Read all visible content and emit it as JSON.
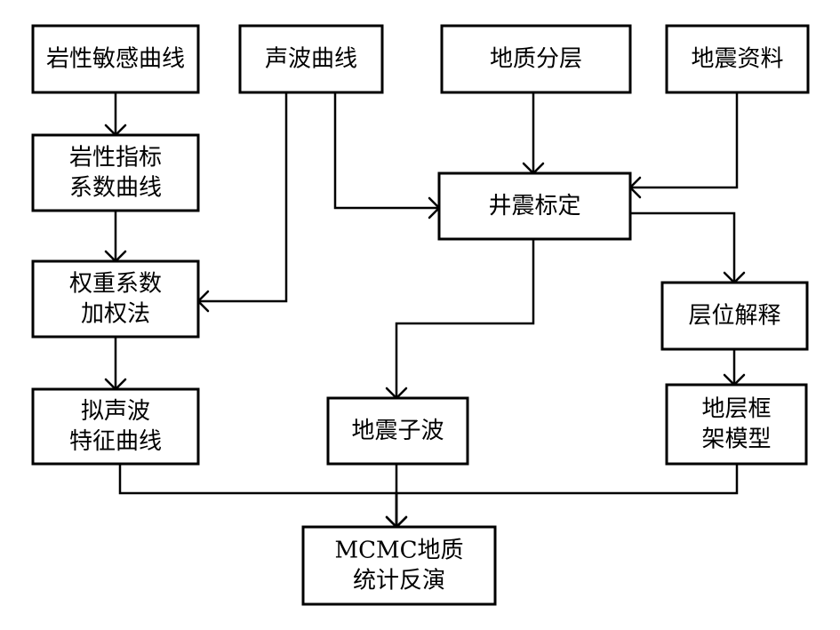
{
  "nodes": [
    {
      "id": "lithology-curve",
      "lines": [
        "岩性敏感曲线"
      ]
    },
    {
      "id": "acoustic-curve",
      "lines": [
        "声波曲线"
      ]
    },
    {
      "id": "geologic-layering",
      "lines": [
        "地质分层"
      ]
    },
    {
      "id": "seismic-data",
      "lines": [
        "地震资料"
      ]
    },
    {
      "id": "lithology-index-curve",
      "lines": [
        "岩性指标",
        "系数曲线"
      ]
    },
    {
      "id": "well-seismic-calibration",
      "lines": [
        "井震标定"
      ]
    },
    {
      "id": "weighted-coefficient-method",
      "lines": [
        "权重系数",
        "加权法"
      ]
    },
    {
      "id": "horizon-interpretation",
      "lines": [
        "层位解释"
      ]
    },
    {
      "id": "pseudo-acoustic-curve",
      "lines": [
        "拟声波",
        "特征曲线"
      ]
    },
    {
      "id": "seismic-wavelet",
      "lines": [
        "地震子波"
      ]
    },
    {
      "id": "stratigraphic-framework-model",
      "lines": [
        "地层框",
        "架模型"
      ]
    },
    {
      "id": "mcmc-inversion",
      "lines": [
        "MCMC地质",
        "统计反演"
      ]
    }
  ],
  "edges": [
    {
      "from": "lithology-curve",
      "to": "lithology-index-curve"
    },
    {
      "from": "lithology-index-curve",
      "to": "weighted-coefficient-method"
    },
    {
      "from": "acoustic-curve",
      "to": "weighted-coefficient-method"
    },
    {
      "from": "weighted-coefficient-method",
      "to": "pseudo-acoustic-curve"
    },
    {
      "from": "acoustic-curve",
      "to": "well-seismic-calibration"
    },
    {
      "from": "geologic-layering",
      "to": "well-seismic-calibration"
    },
    {
      "from": "seismic-data",
      "to": "well-seismic-calibration"
    },
    {
      "from": "well-seismic-calibration",
      "to": "seismic-wavelet"
    },
    {
      "from": "well-seismic-calibration",
      "to": "horizon-interpretation"
    },
    {
      "from": "horizon-interpretation",
      "to": "stratigraphic-framework-model"
    },
    {
      "from": "pseudo-acoustic-curve",
      "to": "mcmc-inversion"
    },
    {
      "from": "seismic-wavelet",
      "to": "mcmc-inversion"
    },
    {
      "from": "stratigraphic-framework-model",
      "to": "mcmc-inversion"
    }
  ]
}
